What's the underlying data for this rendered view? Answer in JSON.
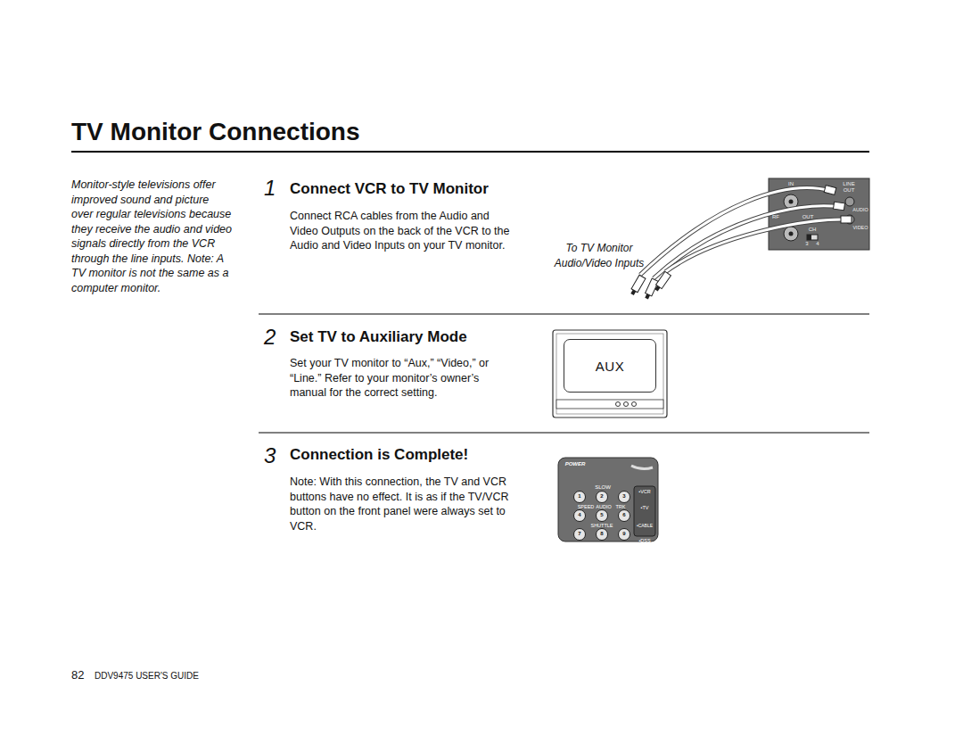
{
  "diagram": {
    "title": "TV Monitor Connections",
    "nodes": [
      {
        "text": [
          "AUX"
        ]
      }
    ],
    "labels": [
      "Monitor-style televisions offer improved sound and picture over regular televisions because they receive the audio and video signals directly from the VCR through the line inputs. Note: A TV monitor is not the same as a computer monitor.",
      "1",
      "Connect VCR to TV Monitor",
      "Connect RCA cables from the Audio and Video Outputs on the back of the VCR to the Audio and Video Inputs on your TV monitor.",
      "To TV Monitor Audio/Video Inputs",
      "2",
      "Set TV to Auxiliary Mode",
      "Set your TV monitor to “Aux,” “Video,” or “Line.” Refer to your monitor’s owner’s manual for the correct setting.",
      "3",
      "Connection is Complete!",
      "Note: With this connection, the TV and VCR buttons have no effect. It is as if the TV/VCR button on the front panel were always set to VCR.",
      "82",
      "DDV9475 USER'S GUIDE",
      "IN",
      "LINE",
      "OUT",
      "RF",
      "OUT",
      "AUDIO",
      "VIDEO",
      "CH",
      "3",
      "4",
      "POWER",
      "SLOW",
      "SPEED",
      "AUDIO",
      "TRK",
      "SHUTTLE",
      "1",
      "2",
      "3",
      "4",
      "5",
      "6",
      "7",
      "8",
      "9",
      "•VCR",
      "•TV",
      "•CABLE",
      "•DSS"
    ]
  }
}
